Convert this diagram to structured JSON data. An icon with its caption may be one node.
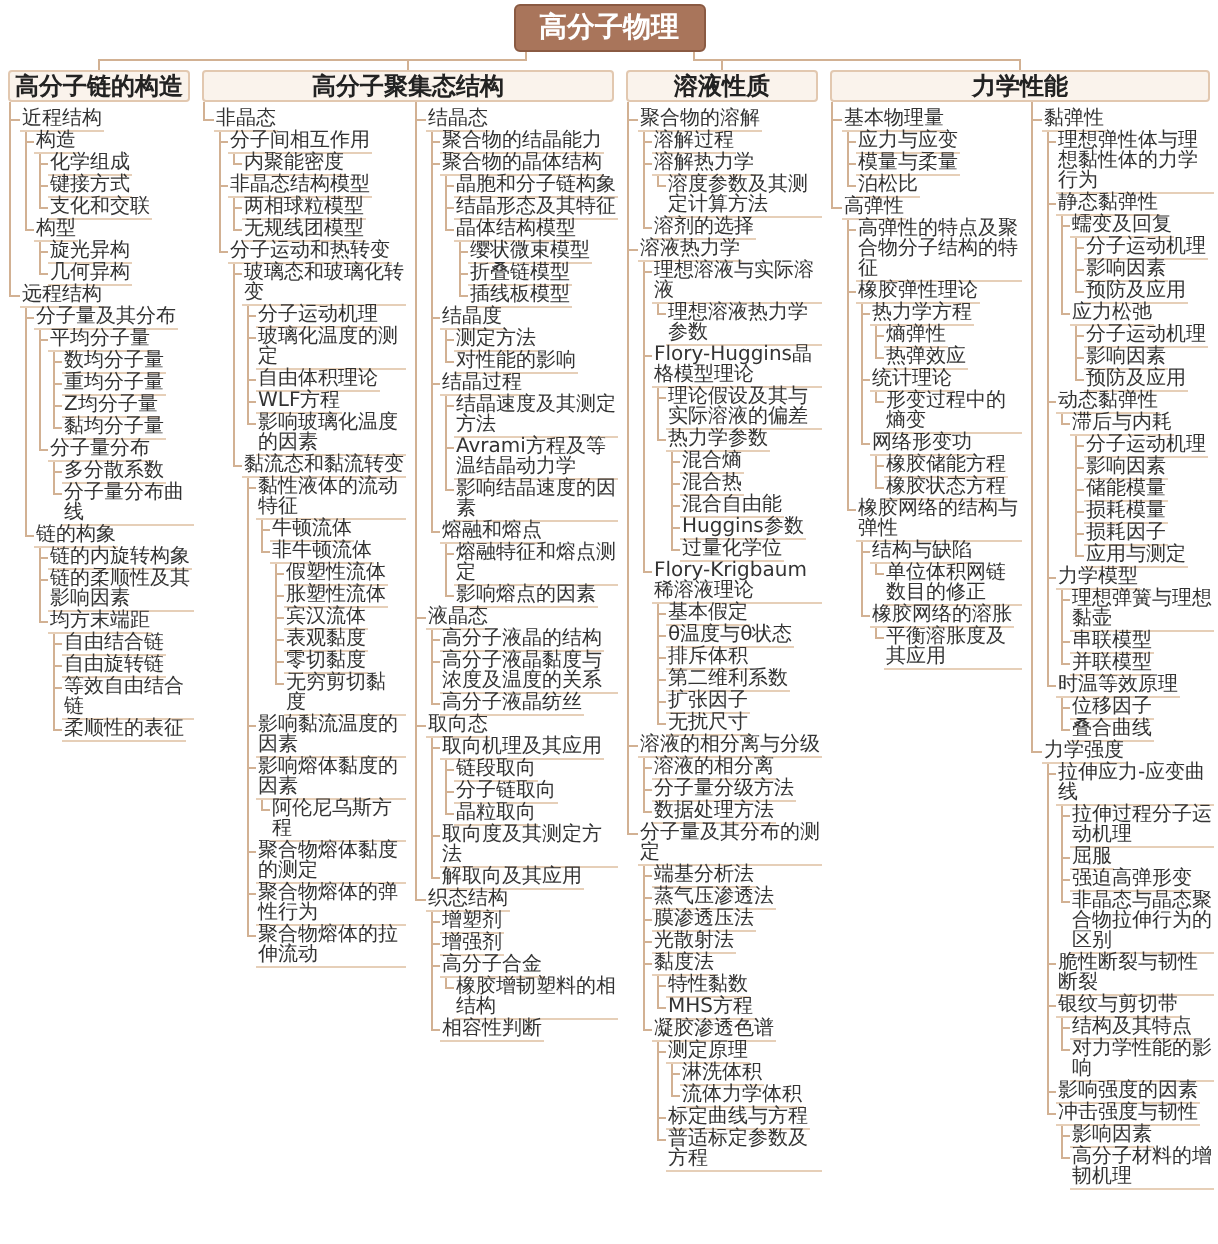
{
  "diagram": {
    "nodes": [
      {
        "text": [
          "高分子物理"
        ]
      },
      {
        "text": [
          "高分子链的构造"
        ]
      },
      {
        "text": [
          "近程结构"
        ]
      },
      {
        "text": [
          "构造"
        ]
      },
      {
        "text": [
          "化学组成"
        ]
      },
      {
        "text": [
          "键接方式"
        ]
      },
      {
        "text": [
          "支化和交联"
        ]
      },
      {
        "text": [
          "构型"
        ]
      },
      {
        "text": [
          "旋光异构"
        ]
      },
      {
        "text": [
          "几何异构"
        ]
      },
      {
        "text": [
          "远程结构"
        ]
      },
      {
        "text": [
          "分子量及其分布"
        ]
      },
      {
        "text": [
          "平均分子量"
        ]
      },
      {
        "text": [
          "数均分子量"
        ]
      },
      {
        "text": [
          "重均分子量"
        ]
      },
      {
        "text": [
          "Z均分子量"
        ]
      },
      {
        "text": [
          "黏均分子量"
        ]
      },
      {
        "text": [
          "分子量分布"
        ]
      },
      {
        "text": [
          "多分散系数"
        ]
      },
      {
        "text": [
          "分子量分布曲线"
        ]
      },
      {
        "text": [
          "链的构象"
        ]
      },
      {
        "text": [
          "链的内旋转构象"
        ]
      },
      {
        "text": [
          "链的柔顺性及其影响因素"
        ]
      },
      {
        "text": [
          "均方末端距"
        ]
      },
      {
        "text": [
          "自由结合链"
        ]
      },
      {
        "text": [
          "自由旋转链"
        ]
      },
      {
        "text": [
          "等效自由结合链"
        ]
      },
      {
        "text": [
          "柔顺性的表征"
        ]
      },
      {
        "text": [
          "高分子聚集态结构"
        ]
      },
      {
        "text": [
          "非晶态"
        ]
      },
      {
        "text": [
          "分子间相互作用"
        ]
      },
      {
        "text": [
          "内聚能密度"
        ]
      },
      {
        "text": [
          "非晶态结构模型"
        ]
      },
      {
        "text": [
          "两相球粒模型"
        ]
      },
      {
        "text": [
          "无规线团模型"
        ]
      },
      {
        "text": [
          "分子运动和热转变"
        ]
      },
      {
        "text": [
          "玻璃态和玻璃化转变"
        ]
      },
      {
        "text": [
          "分子运动机理"
        ]
      },
      {
        "text": [
          "玻璃化温度的测定"
        ]
      },
      {
        "text": [
          "自由体积理论"
        ]
      },
      {
        "text": [
          "WLF方程"
        ]
      },
      {
        "text": [
          "影响玻璃化温度的因素"
        ]
      },
      {
        "text": [
          "黏流态和黏流转变"
        ]
      },
      {
        "text": [
          "黏性液体的流动特征"
        ]
      },
      {
        "text": [
          "牛顿流体"
        ]
      },
      {
        "text": [
          "非牛顿流体"
        ]
      },
      {
        "text": [
          "假塑性流体"
        ]
      },
      {
        "text": [
          "胀塑性流体"
        ]
      },
      {
        "text": [
          "宾汉流体"
        ]
      },
      {
        "text": [
          "表观黏度"
        ]
      },
      {
        "text": [
          "零切黏度"
        ]
      },
      {
        "text": [
          "无穷剪切黏度"
        ]
      },
      {
        "text": [
          "影响黏流温度的因素"
        ]
      },
      {
        "text": [
          "影响熔体黏度的因素"
        ]
      },
      {
        "text": [
          "阿伦尼乌斯方程"
        ]
      },
      {
        "text": [
          "聚合物熔体黏度的测定"
        ]
      },
      {
        "text": [
          "聚合物熔体的弹性行为"
        ]
      },
      {
        "text": [
          "聚合物熔体的拉伸流动"
        ]
      },
      {
        "text": [
          "结晶态"
        ]
      },
      {
        "text": [
          "聚合物的结晶能力"
        ]
      },
      {
        "text": [
          "聚合物的晶体结构"
        ]
      },
      {
        "text": [
          "晶胞和分子链构象"
        ]
      },
      {
        "text": [
          "结晶形态及其特征"
        ]
      },
      {
        "text": [
          "晶体结构模型"
        ]
      },
      {
        "text": [
          "缨状微束模型"
        ]
      },
      {
        "text": [
          "折叠链模型"
        ]
      },
      {
        "text": [
          "插线板模型"
        ]
      },
      {
        "text": [
          "结晶度"
        ]
      },
      {
        "text": [
          "测定方法"
        ]
      },
      {
        "text": [
          "对性能的影响"
        ]
      },
      {
        "text": [
          "结晶过程"
        ]
      },
      {
        "text": [
          "结晶速度及其测定方法"
        ]
      },
      {
        "text": [
          "Avrami方程及等温结晶动力学"
        ]
      },
      {
        "text": [
          "影响结晶速度的因素"
        ]
      },
      {
        "text": [
          "熔融和熔点"
        ]
      },
      {
        "text": [
          "熔融特征和熔点测定"
        ]
      },
      {
        "text": [
          "影响熔点的因素"
        ]
      },
      {
        "text": [
          "液晶态"
        ]
      },
      {
        "text": [
          "高分子液晶的结构"
        ]
      },
      {
        "text": [
          "高分子液晶黏度与浓度及温度的关系"
        ]
      },
      {
        "text": [
          "高分子液晶纺丝"
        ]
      },
      {
        "text": [
          "取向态"
        ]
      },
      {
        "text": [
          "取向机理及其应用"
        ]
      },
      {
        "text": [
          "链段取向"
        ]
      },
      {
        "text": [
          "分子链取向"
        ]
      },
      {
        "text": [
          "晶粒取向"
        ]
      },
      {
        "text": [
          "取向度及其测定方法"
        ]
      },
      {
        "text": [
          "解取向及其应用"
        ]
      },
      {
        "text": [
          "织态结构"
        ]
      },
      {
        "text": [
          "增塑剂"
        ]
      },
      {
        "text": [
          "增强剂"
        ]
      },
      {
        "text": [
          "高分子合金"
        ]
      },
      {
        "text": [
          "橡胶增韧塑料的相结构"
        ]
      },
      {
        "text": [
          "相容性判断"
        ]
      },
      {
        "text": [
          "溶液性质"
        ]
      },
      {
        "text": [
          "聚合物的溶解"
        ]
      },
      {
        "text": [
          "溶解过程"
        ]
      },
      {
        "text": [
          "溶解热力学"
        ]
      },
      {
        "text": [
          "溶度参数及其测定计算方法"
        ]
      },
      {
        "text": [
          "溶剂的选择"
        ]
      },
      {
        "text": [
          "溶液热力学"
        ]
      },
      {
        "text": [
          "理想溶液与实际溶液"
        ]
      },
      {
        "text": [
          "理想溶液热力学参数"
        ]
      },
      {
        "text": [
          "Flory-Huggins晶格模型理论"
        ]
      },
      {
        "text": [
          "理论假设及其与实际溶液的偏差"
        ]
      },
      {
        "text": [
          "热力学参数"
        ]
      },
      {
        "text": [
          "混合熵"
        ]
      },
      {
        "text": [
          "混合热"
        ]
      },
      {
        "text": [
          "混合自由能"
        ]
      },
      {
        "text": [
          "Huggins参数"
        ]
      },
      {
        "text": [
          "过量化学位"
        ]
      },
      {
        "text": [
          "Flory-Krigbaum稀溶液理论"
        ]
      },
      {
        "text": [
          "基本假定"
        ]
      },
      {
        "text": [
          "θ温度与θ状态"
        ]
      },
      {
        "text": [
          "排斥体积"
        ]
      },
      {
        "text": [
          "第二维利系数"
        ]
      },
      {
        "text": [
          "扩张因子"
        ]
      },
      {
        "text": [
          "无扰尺寸"
        ]
      },
      {
        "text": [
          "溶液的相分离与分级"
        ]
      },
      {
        "text": [
          "溶液的相分离"
        ]
      },
      {
        "text": [
          "分子量分级方法"
        ]
      },
      {
        "text": [
          "数据处理方法"
        ]
      },
      {
        "text": [
          "分子量及其分布的测定"
        ]
      },
      {
        "text": [
          "端基分析法"
        ]
      },
      {
        "text": [
          "蒸气压渗透法"
        ]
      },
      {
        "text": [
          "膜渗透压法"
        ]
      },
      {
        "text": [
          "光散射法"
        ]
      },
      {
        "text": [
          "黏度法"
        ]
      },
      {
        "text": [
          "特性黏数"
        ]
      },
      {
        "text": [
          "MHS方程"
        ]
      },
      {
        "text": [
          "凝胶渗透色谱"
        ]
      },
      {
        "text": [
          "测定原理"
        ]
      },
      {
        "text": [
          "淋洗体积"
        ]
      },
      {
        "text": [
          "流体力学体积"
        ]
      },
      {
        "text": [
          "标定曲线与方程"
        ]
      },
      {
        "text": [
          "普适标定参数及方程"
        ]
      },
      {
        "text": [
          "力学性能"
        ]
      },
      {
        "text": [
          "基本物理量"
        ]
      },
      {
        "text": [
          "应力与应变"
        ]
      },
      {
        "text": [
          "模量与柔量"
        ]
      },
      {
        "text": [
          "泊松比"
        ]
      },
      {
        "text": [
          "高弹性"
        ]
      },
      {
        "text": [
          "高弹性的特点及聚合物分子结构的特征"
        ]
      },
      {
        "text": [
          "橡胶弹性理论"
        ]
      },
      {
        "text": [
          "热力学方程"
        ]
      },
      {
        "text": [
          "熵弹性"
        ]
      },
      {
        "text": [
          "热弹效应"
        ]
      },
      {
        "text": [
          "统计理论"
        ]
      },
      {
        "text": [
          "形变过程中的熵变"
        ]
      },
      {
        "text": [
          "网络形变功"
        ]
      },
      {
        "text": [
          "橡胶储能方程"
        ]
      },
      {
        "text": [
          "橡胶状态方程"
        ]
      },
      {
        "text": [
          "橡胶网络的结构与弹性"
        ]
      },
      {
        "text": [
          "结构与缺陷"
        ]
      },
      {
        "text": [
          "单位体积网链数目的修正"
        ]
      },
      {
        "text": [
          "橡胶网络的溶胀"
        ]
      },
      {
        "text": [
          "平衡溶胀度及其应用"
        ]
      },
      {
        "text": [
          "黏弹性"
        ]
      },
      {
        "text": [
          "理想弹性体与理想黏性体的力学行为"
        ]
      },
      {
        "text": [
          "静态黏弹性"
        ]
      },
      {
        "text": [
          "蠕变及回复"
        ]
      },
      {
        "text": [
          "分子运动机理"
        ]
      },
      {
        "text": [
          "影响因素"
        ]
      },
      {
        "text": [
          "预防及应用"
        ]
      },
      {
        "text": [
          "应力松弛"
        ]
      },
      {
        "text": [
          "分子运动机理"
        ]
      },
      {
        "text": [
          "影响因素"
        ]
      },
      {
        "text": [
          "预防及应用"
        ]
      },
      {
        "text": [
          "动态黏弹性"
        ]
      },
      {
        "text": [
          "滞后与内耗"
        ]
      },
      {
        "text": [
          "分子运动机理"
        ]
      },
      {
        "text": [
          "影响因素"
        ]
      },
      {
        "text": [
          "储能模量"
        ]
      },
      {
        "text": [
          "损耗模量"
        ]
      },
      {
        "text": [
          "损耗因子"
        ]
      },
      {
        "text": [
          "应用与测定"
        ]
      },
      {
        "text": [
          "力学模型"
        ]
      },
      {
        "text": [
          "理想弹簧与理想黏壶"
        ]
      },
      {
        "text": [
          "串联模型"
        ]
      },
      {
        "text": [
          "并联模型"
        ]
      },
      {
        "text": [
          "时温等效原理"
        ]
      },
      {
        "text": [
          "位移因子"
        ]
      },
      {
        "text": [
          "叠合曲线"
        ]
      },
      {
        "text": [
          "力学强度"
        ]
      },
      {
        "text": [
          "拉伸应力-应变曲线"
        ]
      },
      {
        "text": [
          "拉伸过程分子运动机理"
        ]
      },
      {
        "text": [
          "屈服"
        ]
      },
      {
        "text": [
          "强迫高弹形变"
        ]
      },
      {
        "text": [
          "非晶态与晶态聚合物拉伸行为的区别"
        ]
      },
      {
        "text": [
          "脆性断裂与韧性断裂"
        ]
      },
      {
        "text": [
          "银纹与剪切带"
        ]
      },
      {
        "text": [
          "结构及其特点"
        ]
      },
      {
        "text": [
          "对力学性能的影响"
        ]
      },
      {
        "text": [
          "影响强度的因素"
        ]
      },
      {
        "text": [
          "冲击强度与韧性"
        ]
      },
      {
        "text": [
          "影响因素"
        ]
      },
      {
        "text": [
          "高分子材料的增韧机理"
        ]
      }
    ],
    "edges": [
      {
        "from": 0,
        "to": 1,
        "arrow": "none"
      },
      {
        "from": 1,
        "to": 2,
        "arrow": "none"
      },
      {
        "from": 2,
        "to": 3,
        "arrow": "none"
      },
      {
        "from": 3,
        "to": 4,
        "arrow": "none"
      },
      {
        "from": 3,
        "to": 5,
        "arrow": "none"
      },
      {
        "from": 3,
        "to": 6,
        "arrow": "none"
      },
      {
        "from": 2,
        "to": 7,
        "arrow": "none"
      },
      {
        "from": 7,
        "to": 8,
        "arrow": "none"
      },
      {
        "from": 7,
        "to": 9,
        "arrow": "none"
      },
      {
        "from": 1,
        "to": 10,
        "arrow": "none"
      },
      {
        "from": 10,
        "to": 11,
        "arrow": "none"
      },
      {
        "from": 11,
        "to": 12,
        "arrow": "none"
      },
      {
        "from": 12,
        "to": 13,
        "arrow": "none"
      },
      {
        "from": 12,
        "to": 14,
        "arrow": "none"
      },
      {
        "from": 12,
        "to": 15,
        "arrow": "none"
      },
      {
        "from": 12,
        "to": 16,
        "arrow": "none"
      },
      {
        "from": 11,
        "to": 17,
        "arrow": "none"
      },
      {
        "from": 17,
        "to": 18,
        "arrow": "none"
      },
      {
        "from": 17,
        "to": 19,
        "arrow": "none"
      },
      {
        "from": 10,
        "to": 20,
        "arrow": "none"
      },
      {
        "from": 20,
        "to": 21,
        "arrow": "none"
      },
      {
        "from": 20,
        "to": 22,
        "arrow": "none"
      },
      {
        "from": 20,
        "to": 23,
        "arrow": "none"
      },
      {
        "from": 23,
        "to": 24,
        "arrow": "none"
      },
      {
        "from": 23,
        "to": 25,
        "arrow": "none"
      },
      {
        "from": 23,
        "to": 26,
        "arrow": "none"
      },
      {
        "from": 23,
        "to": 27,
        "arrow": "none"
      },
      {
        "from": 0,
        "to": 28,
        "arrow": "none"
      },
      {
        "from": 28,
        "to": 29,
        "arrow": "none"
      },
      {
        "from": 29,
        "to": 30,
        "arrow": "none"
      },
      {
        "from": 30,
        "to": 31,
        "arrow": "none"
      },
      {
        "from": 29,
        "to": 32,
        "arrow": "none"
      },
      {
        "from": 32,
        "to": 33,
        "arrow": "none"
      },
      {
        "from": 32,
        "to": 34,
        "arrow": "none"
      },
      {
        "from": 29,
        "to": 35,
        "arrow": "none"
      },
      {
        "from": 35,
        "to": 36,
        "arrow": "none"
      },
      {
        "from": 36,
        "to": 37,
        "arrow": "none"
      },
      {
        "from": 36,
        "to": 38,
        "arrow": "none"
      },
      {
        "from": 36,
        "to": 39,
        "arrow": "none"
      },
      {
        "from": 36,
        "to": 40,
        "arrow": "none"
      },
      {
        "from": 36,
        "to": 41,
        "arrow": "none"
      },
      {
        "from": 35,
        "to": 42,
        "arrow": "none"
      },
      {
        "from": 42,
        "to": 43,
        "arrow": "none"
      },
      {
        "from": 43,
        "to": 44,
        "arrow": "none"
      },
      {
        "from": 43,
        "to": 45,
        "arrow": "none"
      },
      {
        "from": 45,
        "to": 46,
        "arrow": "none"
      },
      {
        "from": 45,
        "to": 47,
        "arrow": "none"
      },
      {
        "from": 45,
        "to": 48,
        "arrow": "none"
      },
      {
        "from": 45,
        "to": 49,
        "arrow": "none"
      },
      {
        "from": 45,
        "to": 50,
        "arrow": "none"
      },
      {
        "from": 45,
        "to": 51,
        "arrow": "none"
      },
      {
        "from": 42,
        "to": 52,
        "arrow": "none"
      },
      {
        "from": 42,
        "to": 53,
        "arrow": "none"
      },
      {
        "from": 53,
        "to": 54,
        "arrow": "none"
      },
      {
        "from": 42,
        "to": 55,
        "arrow": "none"
      },
      {
        "from": 42,
        "to": 56,
        "arrow": "none"
      },
      {
        "from": 42,
        "to": 57,
        "arrow": "none"
      },
      {
        "from": 28,
        "to": 58,
        "arrow": "none"
      },
      {
        "from": 58,
        "to": 59,
        "arrow": "none"
      },
      {
        "from": 58,
        "to": 60,
        "arrow": "none"
      },
      {
        "from": 60,
        "to": 61,
        "arrow": "none"
      },
      {
        "from": 60,
        "to": 62,
        "arrow": "none"
      },
      {
        "from": 60,
        "to": 63,
        "arrow": "none"
      },
      {
        "from": 63,
        "to": 64,
        "arrow": "none"
      },
      {
        "from": 63,
        "to": 65,
        "arrow": "none"
      },
      {
        "from": 63,
        "to": 66,
        "arrow": "none"
      },
      {
        "from": 58,
        "to": 67,
        "arrow": "none"
      },
      {
        "from": 67,
        "to": 68,
        "arrow": "none"
      },
      {
        "from": 67,
        "to": 69,
        "arrow": "none"
      },
      {
        "from": 58,
        "to": 70,
        "arrow": "none"
      },
      {
        "from": 70,
        "to": 71,
        "arrow": "none"
      },
      {
        "from": 70,
        "to": 72,
        "arrow": "none"
      },
      {
        "from": 70,
        "to": 73,
        "arrow": "none"
      },
      {
        "from": 58,
        "to": 74,
        "arrow": "none"
      },
      {
        "from": 74,
        "to": 75,
        "arrow": "none"
      },
      {
        "from": 74,
        "to": 76,
        "arrow": "none"
      },
      {
        "from": 28,
        "to": 77,
        "arrow": "none"
      },
      {
        "from": 77,
        "to": 78,
        "arrow": "none"
      },
      {
        "from": 77,
        "to": 79,
        "arrow": "none"
      },
      {
        "from": 77,
        "to": 80,
        "arrow": "none"
      },
      {
        "from": 28,
        "to": 81,
        "arrow": "none"
      },
      {
        "from": 81,
        "to": 82,
        "arrow": "none"
      },
      {
        "from": 82,
        "to": 83,
        "arrow": "none"
      },
      {
        "from": 82,
        "to": 84,
        "arrow": "none"
      },
      {
        "from": 82,
        "to": 85,
        "arrow": "none"
      },
      {
        "from": 81,
        "to": 86,
        "arrow": "none"
      },
      {
        "from": 81,
        "to": 87,
        "arrow": "none"
      },
      {
        "from": 28,
        "to": 88,
        "arrow": "none"
      },
      {
        "from": 88,
        "to": 89,
        "arrow": "none"
      },
      {
        "from": 88,
        "to": 90,
        "arrow": "none"
      },
      {
        "from": 88,
        "to": 91,
        "arrow": "none"
      },
      {
        "from": 91,
        "to": 92,
        "arrow": "none"
      },
      {
        "from": 88,
        "to": 93,
        "arrow": "none"
      },
      {
        "from": 0,
        "to": 94,
        "arrow": "none"
      },
      {
        "from": 94,
        "to": 95,
        "arrow": "none"
      },
      {
        "from": 95,
        "to": 96,
        "arrow": "none"
      },
      {
        "from": 95,
        "to": 97,
        "arrow": "none"
      },
      {
        "from": 97,
        "to": 98,
        "arrow": "none"
      },
      {
        "from": 95,
        "to": 99,
        "arrow": "none"
      },
      {
        "from": 94,
        "to": 100,
        "arrow": "none"
      },
      {
        "from": 100,
        "to": 101,
        "arrow": "none"
      },
      {
        "from": 101,
        "to": 102,
        "arrow": "none"
      },
      {
        "from": 100,
        "to": 103,
        "arrow": "none"
      },
      {
        "from": 103,
        "to": 104,
        "arrow": "none"
      },
      {
        "from": 103,
        "to": 105,
        "arrow": "none"
      },
      {
        "from": 105,
        "to": 106,
        "arrow": "none"
      },
      {
        "from": 105,
        "to": 107,
        "arrow": "none"
      },
      {
        "from": 105,
        "to": 108,
        "arrow": "none"
      },
      {
        "from": 105,
        "to": 109,
        "arrow": "none"
      },
      {
        "from": 105,
        "to": 110,
        "arrow": "none"
      },
      {
        "from": 100,
        "to": 111,
        "arrow": "none"
      },
      {
        "from": 111,
        "to": 112,
        "arrow": "none"
      },
      {
        "from": 111,
        "to": 113,
        "arrow": "none"
      },
      {
        "from": 111,
        "to": 114,
        "arrow": "none"
      },
      {
        "from": 111,
        "to": 115,
        "arrow": "none"
      },
      {
        "from": 111,
        "to": 116,
        "arrow": "none"
      },
      {
        "from": 111,
        "to": 117,
        "arrow": "none"
      },
      {
        "from": 94,
        "to": 118,
        "arrow": "none"
      },
      {
        "from": 118,
        "to": 119,
        "arrow": "none"
      },
      {
        "from": 118,
        "to": 120,
        "arrow": "none"
      },
      {
        "from": 118,
        "to": 121,
        "arrow": "none"
      },
      {
        "from": 94,
        "to": 122,
        "arrow": "none"
      },
      {
        "from": 122,
        "to": 123,
        "arrow": "none"
      },
      {
        "from": 122,
        "to": 124,
        "arrow": "none"
      },
      {
        "from": 122,
        "to": 125,
        "arrow": "none"
      },
      {
        "from": 122,
        "to": 126,
        "arrow": "none"
      },
      {
        "from": 122,
        "to": 127,
        "arrow": "none"
      },
      {
        "from": 127,
        "to": 128,
        "arrow": "none"
      },
      {
        "from": 127,
        "to": 129,
        "arrow": "none"
      },
      {
        "from": 122,
        "to": 130,
        "arrow": "none"
      },
      {
        "from": 130,
        "to": 131,
        "arrow": "none"
      },
      {
        "from": 131,
        "to": 132,
        "arrow": "none"
      },
      {
        "from": 131,
        "to": 133,
        "arrow": "none"
      },
      {
        "from": 130,
        "to": 134,
        "arrow": "none"
      },
      {
        "from": 130,
        "to": 135,
        "arrow": "none"
      },
      {
        "from": 0,
        "to": 136,
        "arrow": "none"
      },
      {
        "from": 136,
        "to": 137,
        "arrow": "none"
      },
      {
        "from": 137,
        "to": 138,
        "arrow": "none"
      },
      {
        "from": 137,
        "to": 139,
        "arrow": "none"
      },
      {
        "from": 137,
        "to": 140,
        "arrow": "none"
      },
      {
        "from": 136,
        "to": 141,
        "arrow": "none"
      },
      {
        "from": 141,
        "to": 142,
        "arrow": "none"
      },
      {
        "from": 141,
        "to": 143,
        "arrow": "none"
      },
      {
        "from": 143,
        "to": 144,
        "arrow": "none"
      },
      {
        "from": 144,
        "to": 145,
        "arrow": "none"
      },
      {
        "from": 144,
        "to": 146,
        "arrow": "none"
      },
      {
        "from": 143,
        "to": 147,
        "arrow": "none"
      },
      {
        "from": 147,
        "to": 148,
        "arrow": "none"
      },
      {
        "from": 143,
        "to": 149,
        "arrow": "none"
      },
      {
        "from": 149,
        "to": 150,
        "arrow": "none"
      },
      {
        "from": 149,
        "to": 151,
        "arrow": "none"
      },
      {
        "from": 141,
        "to": 152,
        "arrow": "none"
      },
      {
        "from": 152,
        "to": 153,
        "arrow": "none"
      },
      {
        "from": 153,
        "to": 154,
        "arrow": "none"
      },
      {
        "from": 152,
        "to": 155,
        "arrow": "none"
      },
      {
        "from": 155,
        "to": 156,
        "arrow": "none"
      },
      {
        "from": 136,
        "to": 157,
        "arrow": "none"
      },
      {
        "from": 157,
        "to": 158,
        "arrow": "none"
      },
      {
        "from": 157,
        "to": 159,
        "arrow": "none"
      },
      {
        "from": 159,
        "to": 160,
        "arrow": "none"
      },
      {
        "from": 160,
        "to": 161,
        "arrow": "none"
      },
      {
        "from": 160,
        "to": 162,
        "arrow": "none"
      },
      {
        "from": 160,
        "to": 163,
        "arrow": "none"
      },
      {
        "from": 159,
        "to": 164,
        "arrow": "none"
      },
      {
        "from": 164,
        "to": 165,
        "arrow": "none"
      },
      {
        "from": 164,
        "to": 166,
        "arrow": "none"
      },
      {
        "from": 164,
        "to": 167,
        "arrow": "none"
      },
      {
        "from": 157,
        "to": 168,
        "arrow": "none"
      },
      {
        "from": 168,
        "to": 169,
        "arrow": "none"
      },
      {
        "from": 169,
        "to": 170,
        "arrow": "none"
      },
      {
        "from": 169,
        "to": 171,
        "arrow": "none"
      },
      {
        "from": 169,
        "to": 172,
        "arrow": "none"
      },
      {
        "from": 169,
        "to": 173,
        "arrow": "none"
      },
      {
        "from": 169,
        "to": 174,
        "arrow": "none"
      },
      {
        "from": 169,
        "to": 175,
        "arrow": "none"
      },
      {
        "from": 157,
        "to": 176,
        "arrow": "none"
      },
      {
        "from": 176,
        "to": 177,
        "arrow": "none"
      },
      {
        "from": 176,
        "to": 178,
        "arrow": "none"
      },
      {
        "from": 176,
        "to": 179,
        "arrow": "none"
      },
      {
        "from": 157,
        "to": 180,
        "arrow": "none"
      },
      {
        "from": 180,
        "to": 181,
        "arrow": "none"
      },
      {
        "from": 180,
        "to": 182,
        "arrow": "none"
      },
      {
        "from": 136,
        "to": 183,
        "arrow": "none"
      },
      {
        "from": 183,
        "to": 184,
        "arrow": "none"
      },
      {
        "from": 184,
        "to": 185,
        "arrow": "none"
      },
      {
        "from": 184,
        "to": 186,
        "arrow": "none"
      },
      {
        "from": 184,
        "to": 187,
        "arrow": "none"
      },
      {
        "from": 184,
        "to": 188,
        "arrow": "none"
      },
      {
        "from": 183,
        "to": 189,
        "arrow": "none"
      },
      {
        "from": 183,
        "to": 190,
        "arrow": "none"
      },
      {
        "from": 190,
        "to": 191,
        "arrow": "none"
      },
      {
        "from": 190,
        "to": 192,
        "arrow": "none"
      },
      {
        "from": 183,
        "to": 193,
        "arrow": "none"
      },
      {
        "from": 183,
        "to": 194,
        "arrow": "none"
      },
      {
        "from": 194,
        "to": 195,
        "arrow": "none"
      },
      {
        "from": 194,
        "to": 196,
        "arrow": "none"
      }
    ]
  }
}
